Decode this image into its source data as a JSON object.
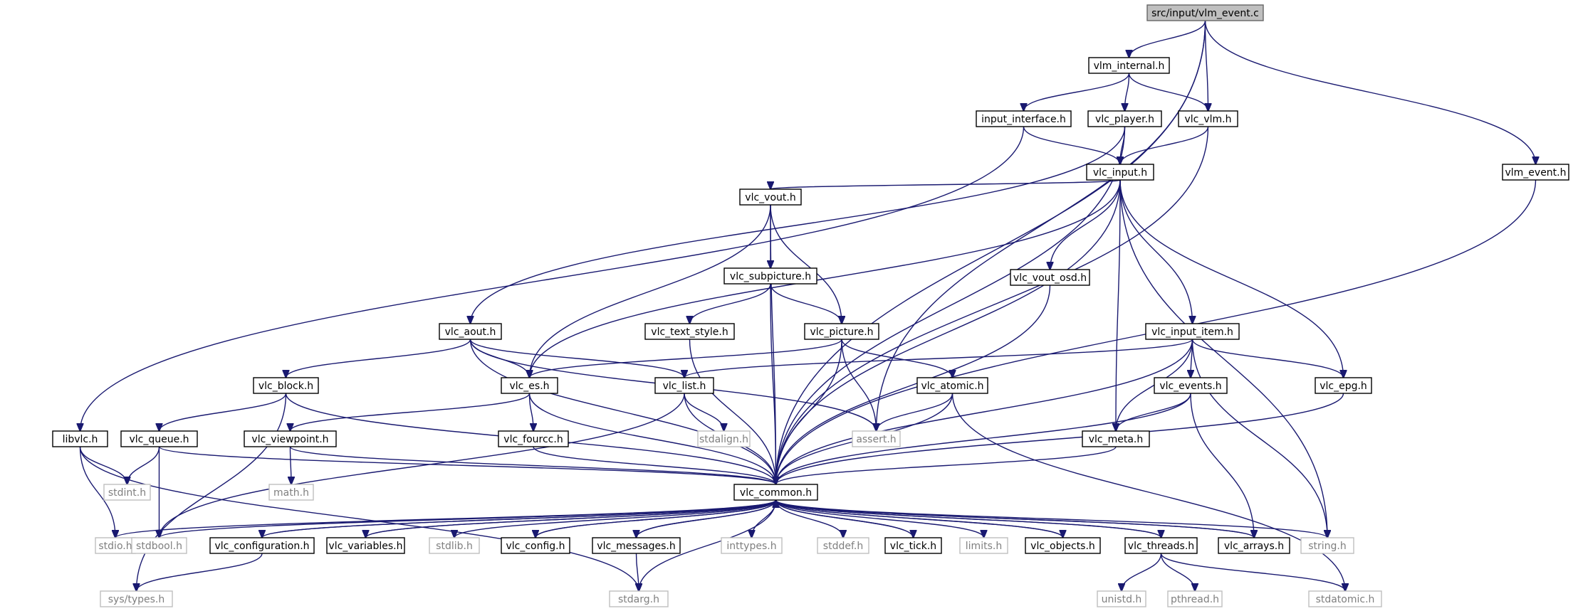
{
  "graph": {
    "colors": {
      "edge": "#191970",
      "root_fill": "#bfbfbf",
      "system_text": "#7f7f7f",
      "system_border": "#bfbfbf"
    },
    "nodes": [
      {
        "id": "root",
        "label": "src/input/vlm_event.c",
        "kind": "root"
      },
      {
        "id": "vlm_internal",
        "label": "vlm_internal.h",
        "kind": "header"
      },
      {
        "id": "input_interface",
        "label": "input_interface.h",
        "kind": "header"
      },
      {
        "id": "vlc_player",
        "label": "vlc_player.h",
        "kind": "header"
      },
      {
        "id": "vlc_vlm",
        "label": "vlc_vlm.h",
        "kind": "header"
      },
      {
        "id": "vlc_input",
        "label": "vlc_input.h",
        "kind": "header"
      },
      {
        "id": "vlm_event_h",
        "label": "vlm_event.h",
        "kind": "header"
      },
      {
        "id": "vlc_vout",
        "label": "vlc_vout.h",
        "kind": "header"
      },
      {
        "id": "vlc_subpicture",
        "label": "vlc_subpicture.h",
        "kind": "header"
      },
      {
        "id": "vlc_vout_osd",
        "label": "vlc_vout_osd.h",
        "kind": "header"
      },
      {
        "id": "vlc_aout",
        "label": "vlc_aout.h",
        "kind": "header"
      },
      {
        "id": "vlc_text_style",
        "label": "vlc_text_style.h",
        "kind": "header"
      },
      {
        "id": "vlc_picture",
        "label": "vlc_picture.h",
        "kind": "header"
      },
      {
        "id": "vlc_input_item",
        "label": "vlc_input_item.h",
        "kind": "header"
      },
      {
        "id": "vlc_block",
        "label": "vlc_block.h",
        "kind": "header"
      },
      {
        "id": "vlc_es",
        "label": "vlc_es.h",
        "kind": "header"
      },
      {
        "id": "vlc_list",
        "label": "vlc_list.h",
        "kind": "header"
      },
      {
        "id": "vlc_atomic",
        "label": "vlc_atomic.h",
        "kind": "header"
      },
      {
        "id": "vlc_events",
        "label": "vlc_events.h",
        "kind": "header"
      },
      {
        "id": "vlc_epg",
        "label": "vlc_epg.h",
        "kind": "header"
      },
      {
        "id": "libvlc",
        "label": "libvlc.h",
        "kind": "header"
      },
      {
        "id": "vlc_queue",
        "label": "vlc_queue.h",
        "kind": "header"
      },
      {
        "id": "vlc_viewpoint",
        "label": "vlc_viewpoint.h",
        "kind": "header"
      },
      {
        "id": "vlc_fourcc",
        "label": "vlc_fourcc.h",
        "kind": "header"
      },
      {
        "id": "stdalign",
        "label": "stdalign.h",
        "kind": "system"
      },
      {
        "id": "assert",
        "label": "assert.h",
        "kind": "system"
      },
      {
        "id": "vlc_meta",
        "label": "vlc_meta.h",
        "kind": "header"
      },
      {
        "id": "stdint",
        "label": "stdint.h",
        "kind": "system"
      },
      {
        "id": "math",
        "label": "math.h",
        "kind": "system"
      },
      {
        "id": "vlc_common",
        "label": "vlc_common.h",
        "kind": "header"
      },
      {
        "id": "stdio",
        "label": "stdio.h",
        "kind": "system"
      },
      {
        "id": "stdbool",
        "label": "stdbool.h",
        "kind": "system"
      },
      {
        "id": "vlc_configuration",
        "label": "vlc_configuration.h",
        "kind": "header"
      },
      {
        "id": "vlc_variables",
        "label": "vlc_variables.h",
        "kind": "header"
      },
      {
        "id": "stdlib",
        "label": "stdlib.h",
        "kind": "system"
      },
      {
        "id": "vlc_config",
        "label": "vlc_config.h",
        "kind": "header"
      },
      {
        "id": "vlc_messages",
        "label": "vlc_messages.h",
        "kind": "header"
      },
      {
        "id": "inttypes",
        "label": "inttypes.h",
        "kind": "system"
      },
      {
        "id": "stddef",
        "label": "stddef.h",
        "kind": "system"
      },
      {
        "id": "vlc_tick",
        "label": "vlc_tick.h",
        "kind": "header"
      },
      {
        "id": "limits",
        "label": "limits.h",
        "kind": "system"
      },
      {
        "id": "vlc_objects",
        "label": "vlc_objects.h",
        "kind": "header"
      },
      {
        "id": "vlc_threads",
        "label": "vlc_threads.h",
        "kind": "header"
      },
      {
        "id": "vlc_arrays",
        "label": "vlc_arrays.h",
        "kind": "header"
      },
      {
        "id": "string",
        "label": "string.h",
        "kind": "system"
      },
      {
        "id": "sys_types",
        "label": "sys/types.h",
        "kind": "system"
      },
      {
        "id": "stdarg",
        "label": "stdarg.h",
        "kind": "system"
      },
      {
        "id": "unistd",
        "label": "unistd.h",
        "kind": "system"
      },
      {
        "id": "pthread",
        "label": "pthread.h",
        "kind": "system"
      },
      {
        "id": "stdatomic",
        "label": "stdatomic.h",
        "kind": "system"
      }
    ],
    "edges": [
      [
        "root",
        "vlm_internal"
      ],
      [
        "root",
        "vlc_vlm"
      ],
      [
        "root",
        "vlm_event_h"
      ],
      [
        "root",
        "vlc_common"
      ],
      [
        "root",
        "assert"
      ],
      [
        "vlm_internal",
        "input_interface"
      ],
      [
        "vlm_internal",
        "vlc_player"
      ],
      [
        "vlm_internal",
        "vlc_vlm"
      ],
      [
        "input_interface",
        "vlc_input"
      ],
      [
        "input_interface",
        "libvlc"
      ],
      [
        "vlc_player",
        "vlc_input"
      ],
      [
        "vlc_player",
        "vlc_aout"
      ],
      [
        "vlc_player",
        "vlc_common"
      ],
      [
        "vlc_vlm",
        "vlc_input"
      ],
      [
        "vlc_vlm",
        "vlc_common"
      ],
      [
        "vlm_event_h",
        "vlc_common"
      ],
      [
        "vlc_input",
        "vlc_vout"
      ],
      [
        "vlc_input",
        "vlc_es"
      ],
      [
        "vlc_input",
        "vlc_vout_osd"
      ],
      [
        "vlc_input",
        "vlc_meta"
      ],
      [
        "vlc_input",
        "vlc_input_item"
      ],
      [
        "vlc_input",
        "vlc_epg"
      ],
      [
        "vlc_input",
        "string"
      ],
      [
        "vlc_input",
        "vlc_common"
      ],
      [
        "vlc_vout",
        "vlc_subpicture"
      ],
      [
        "vlc_vout",
        "vlc_picture"
      ],
      [
        "vlc_vout",
        "vlc_es"
      ],
      [
        "vlc_vout",
        "vlc_common"
      ],
      [
        "vlc_subpicture",
        "vlc_text_style"
      ],
      [
        "vlc_subpicture",
        "vlc_picture"
      ],
      [
        "vlc_subpicture",
        "vlc_common"
      ],
      [
        "vlc_vout_osd",
        "vlc_common"
      ],
      [
        "vlc_aout",
        "vlc_block"
      ],
      [
        "vlc_aout",
        "vlc_es"
      ],
      [
        "vlc_aout",
        "vlc_list"
      ],
      [
        "vlc_aout",
        "assert"
      ],
      [
        "vlc_aout",
        "vlc_common"
      ],
      [
        "vlc_text_style",
        "vlc_common"
      ],
      [
        "vlc_picture",
        "vlc_es"
      ],
      [
        "vlc_picture",
        "vlc_atomic"
      ],
      [
        "vlc_picture",
        "assert"
      ],
      [
        "vlc_picture",
        "vlc_common"
      ],
      [
        "vlc_input_item",
        "vlc_list"
      ],
      [
        "vlc_input_item",
        "vlc_events"
      ],
      [
        "vlc_input_item",
        "vlc_epg"
      ],
      [
        "vlc_input_item",
        "vlc_meta"
      ],
      [
        "vlc_input_item",
        "string"
      ],
      [
        "vlc_input_item",
        "vlc_common"
      ],
      [
        "vlc_block",
        "vlc_queue"
      ],
      [
        "vlc_block",
        "sys_types"
      ],
      [
        "vlc_block",
        "vlc_common"
      ],
      [
        "vlc_es",
        "vlc_fourcc"
      ],
      [
        "vlc_es",
        "vlc_viewpoint"
      ],
      [
        "vlc_es",
        "vlc_common"
      ],
      [
        "vlc_list",
        "stdalign"
      ],
      [
        "vlc_list",
        "stdbool"
      ],
      [
        "vlc_list",
        "vlc_common"
      ],
      [
        "vlc_atomic",
        "assert"
      ],
      [
        "vlc_atomic",
        "stdatomic"
      ],
      [
        "vlc_atomic",
        "vlc_common"
      ],
      [
        "vlc_events",
        "vlc_meta"
      ],
      [
        "vlc_events",
        "vlc_arrays"
      ],
      [
        "vlc_events",
        "vlc_common"
      ],
      [
        "vlc_epg",
        "vlc_common"
      ],
      [
        "libvlc",
        "stdint"
      ],
      [
        "libvlc",
        "stdio"
      ],
      [
        "libvlc",
        "stdarg"
      ],
      [
        "vlc_queue",
        "stdint"
      ],
      [
        "vlc_queue",
        "stdbool"
      ],
      [
        "vlc_queue",
        "vlc_common"
      ],
      [
        "vlc_viewpoint",
        "math"
      ],
      [
        "vlc_viewpoint",
        "vlc_common"
      ],
      [
        "vlc_fourcc",
        "vlc_common"
      ],
      [
        "vlc_meta",
        "vlc_common"
      ],
      [
        "vlc_common",
        "stdio"
      ],
      [
        "vlc_common",
        "stdbool"
      ],
      [
        "vlc_common",
        "vlc_configuration"
      ],
      [
        "vlc_common",
        "vlc_variables"
      ],
      [
        "vlc_common",
        "stdlib"
      ],
      [
        "vlc_common",
        "vlc_config"
      ],
      [
        "vlc_common",
        "vlc_messages"
      ],
      [
        "vlc_common",
        "inttypes"
      ],
      [
        "vlc_common",
        "stddef"
      ],
      [
        "vlc_common",
        "vlc_tick"
      ],
      [
        "vlc_common",
        "limits"
      ],
      [
        "vlc_common",
        "vlc_objects"
      ],
      [
        "vlc_common",
        "vlc_threads"
      ],
      [
        "vlc_common",
        "vlc_arrays"
      ],
      [
        "vlc_common",
        "string"
      ],
      [
        "vlc_common",
        "stdarg"
      ],
      [
        "vlc_configuration",
        "vlc_common"
      ],
      [
        "vlc_configuration",
        "sys_types"
      ],
      [
        "vlc_variables",
        "vlc_common"
      ],
      [
        "vlc_config",
        "vlc_common"
      ],
      [
        "vlc_messages",
        "vlc_common"
      ],
      [
        "vlc_messages",
        "stdarg"
      ],
      [
        "vlc_tick",
        "vlc_common"
      ],
      [
        "vlc_objects",
        "vlc_common"
      ],
      [
        "vlc_threads",
        "vlc_common"
      ],
      [
        "vlc_threads",
        "unistd"
      ],
      [
        "vlc_threads",
        "pthread"
      ],
      [
        "vlc_threads",
        "stdatomic"
      ],
      [
        "vlc_arrays",
        "vlc_common"
      ]
    ]
  }
}
